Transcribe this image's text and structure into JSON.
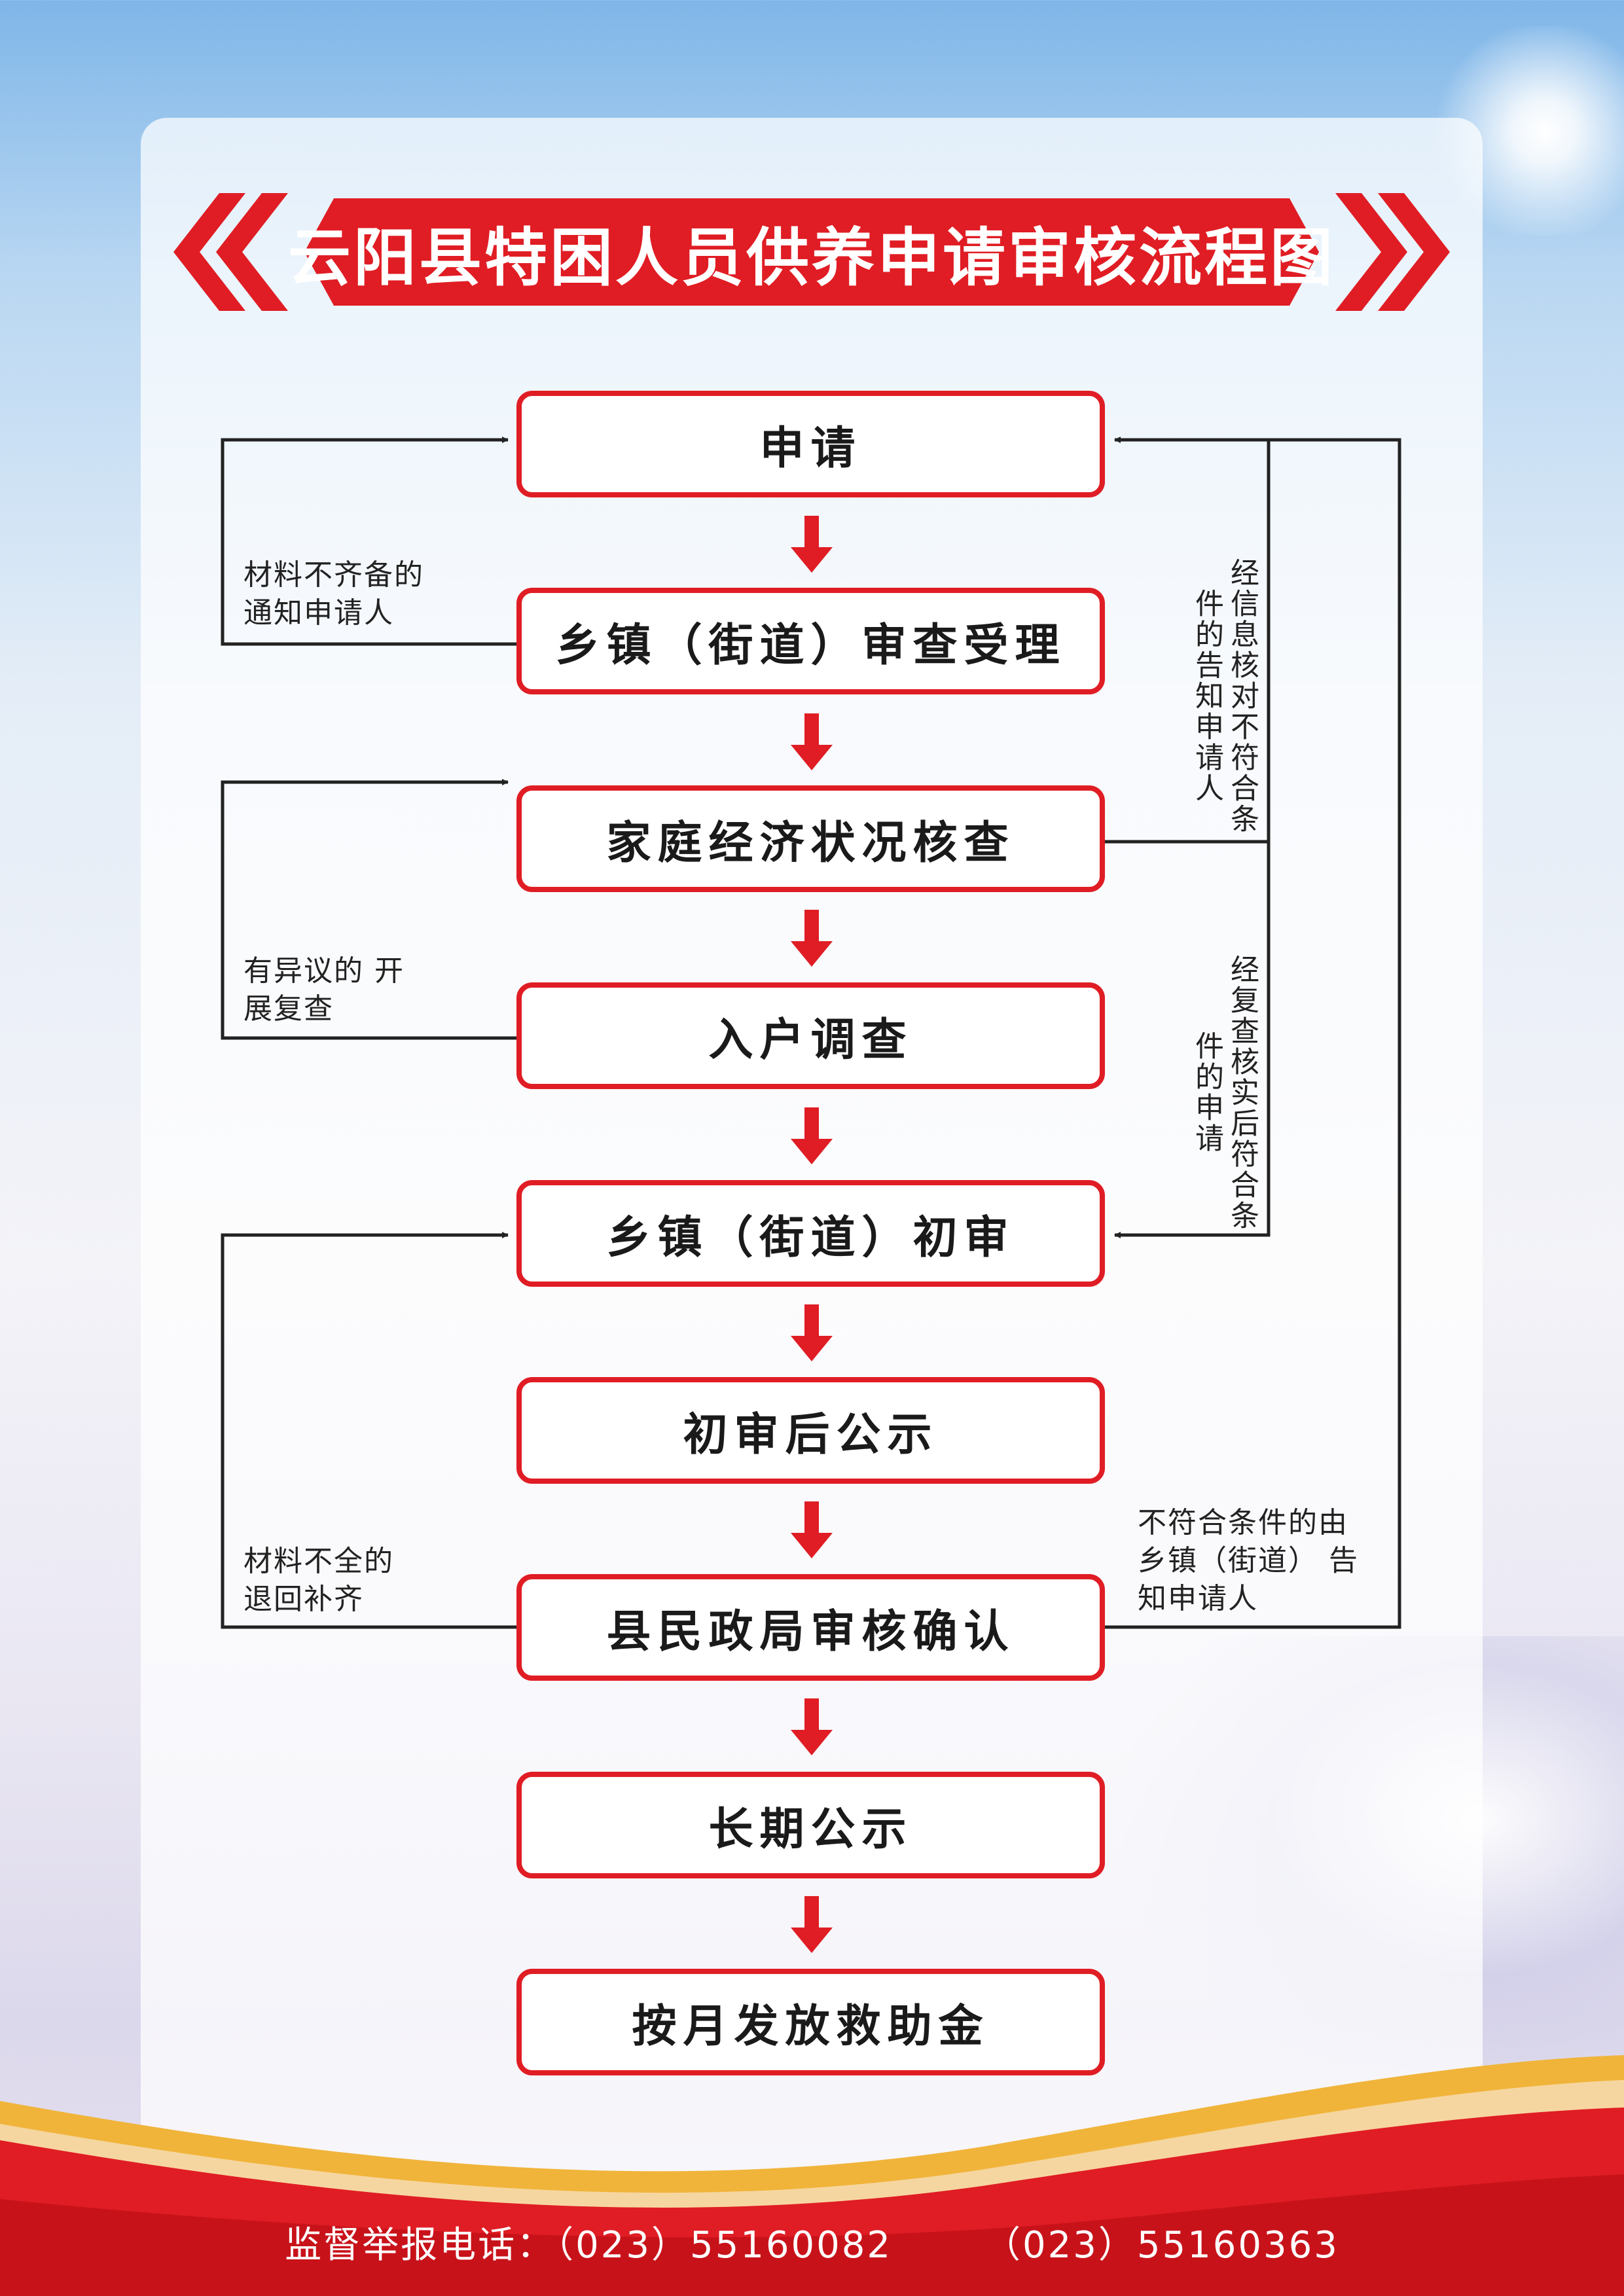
{
  "title": "云阳县特困人员供养申请审核流程图",
  "colors": {
    "accent_red": "#e01d24",
    "line": "#222222"
  },
  "steps": [
    "申请",
    "乡镇（街道）审查受理",
    "家庭经济状况核查",
    "入户调查",
    "乡镇（街道）初审",
    "初审后公示",
    "县民政局审核确认",
    "长期公示",
    "按月发放救助金"
  ],
  "notes": {
    "materials_incomplete_notice": "材料不齐备的 通知申请人",
    "dispute_review": "有异议的 开展复查",
    "materials_incomplete_return": "材料不全的 退回补齐",
    "info_not_qualified": "经信息核对不符合条件的告知申请人",
    "recheck_qualified": "经复查核实后符合条件的申请",
    "not_qualified_notice": "不符合条件的由 乡镇（街道） 告知申请人"
  },
  "footer": {
    "label": "监督举报电话：",
    "phone_1": "（023）55160082",
    "phone_2": "（023）55160363"
  }
}
